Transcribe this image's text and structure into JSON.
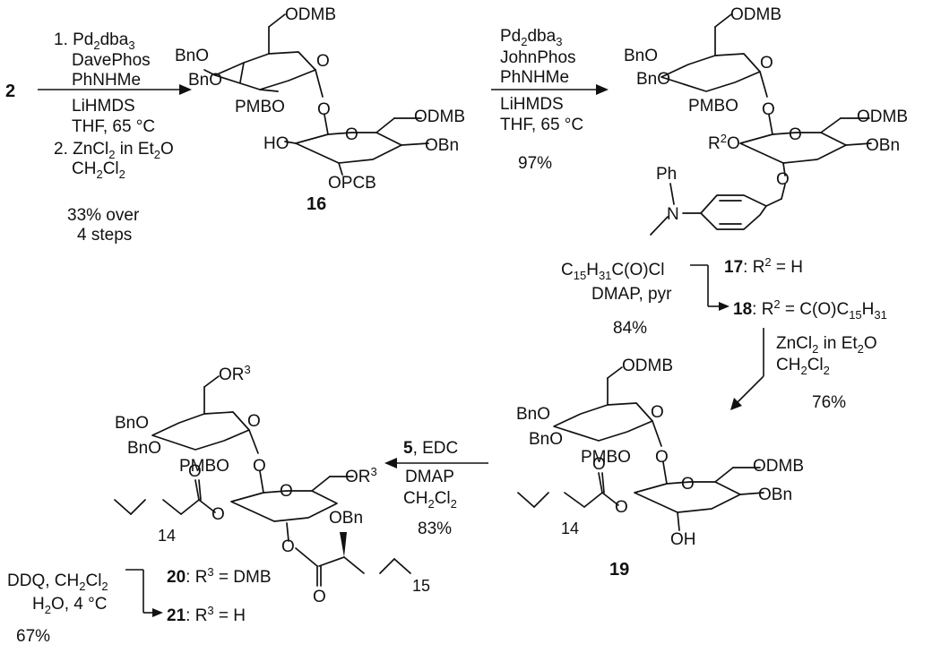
{
  "start": {
    "compound": "2"
  },
  "step1": {
    "line1": "1. Pd",
    "line1_sub": "2",
    "line1_rest": "dba",
    "line1_sub2": "3",
    "line2": "DavePhos",
    "line3": "PhNHMe",
    "line4": "LiHMDS",
    "line5": "THF, 65 °C",
    "line6a": "2. ZnCl",
    "line6_sub": "2",
    "line6b": " in Et",
    "line6_sub2": "2",
    "line6c": "O",
    "line7a": "CH",
    "line7_sub": "2",
    "line7b": "Cl",
    "line7_sub2": "2",
    "yield1": "33% over",
    "yield2": "4 steps"
  },
  "step2": {
    "line1a": "Pd",
    "line1_sub": "2",
    "line1b": "dba",
    "line1_sub2": "3",
    "line2": "JohnPhos",
    "line3": "PhNHMe",
    "line4": "LiHMDS",
    "line5": "THF, 65 °C",
    "yield": "97%"
  },
  "step3": {
    "reagent_a": "C",
    "reagent_sub1": "15",
    "reagent_b": "H",
    "reagent_sub2": "31",
    "reagent_c": "C(O)Cl",
    "line2": "DMAP, pyr",
    "yield": "84%",
    "cmpd17": "17",
    "cmpd17_text": ": R",
    "cmpd17_sup": "2",
    "cmpd17_rest": " = H",
    "cmpd18": "18",
    "cmpd18_text": ": R",
    "cmpd18_sup": "2",
    "cmpd18_rest": " = C(O)C",
    "cmpd18_sub": "15",
    "cmpd18_end": "H",
    "cmpd18_sub2": "31"
  },
  "step4": {
    "line1a": "ZnCl",
    "line1_sub": "2",
    "line1b": " in Et",
    "line1_sub2": "2",
    "line1c": "O",
    "line2a": "CH",
    "line2_sub": "2",
    "line2b": "Cl",
    "line2_sub2": "2",
    "yield": "76%"
  },
  "step5": {
    "line1a": "5",
    "line1b": ", EDC",
    "line2": "DMAP",
    "line3a": "CH",
    "line3_sub": "2",
    "line3b": "Cl",
    "line3_sub2": "2",
    "yield": "83%"
  },
  "step6": {
    "line1a": "DDQ, CH",
    "line1_sub": "2",
    "line1b": "Cl",
    "line1_sub2": "2",
    "line2a": "H",
    "line2_sub": "2",
    "line2b": "O, 4 °C",
    "yield": "67%",
    "cmpd20": "20",
    "cmpd20_text": ": R",
    "cmpd20_sup": "3",
    "cmpd20_rest": " = DMB",
    "cmpd21": "21",
    "cmpd21_text": ": R",
    "cmpd21_sup": "3",
    "cmpd21_rest": " = H"
  },
  "labels": {
    "c16": "16",
    "c19": "19",
    "ODMB": "ODMB",
    "BnO": "BnO",
    "PMBO": "PMBO",
    "O": "O",
    "OBn": "OBn",
    "HO": "HO",
    "OPCB": "OPCB",
    "OH": "OH",
    "Ph": "Ph",
    "N": "N",
    "R2": "R",
    "R2_sup": "2",
    "OR3": "OR",
    "R3_sup": "3",
    "n14": "14",
    "n15": "15"
  }
}
